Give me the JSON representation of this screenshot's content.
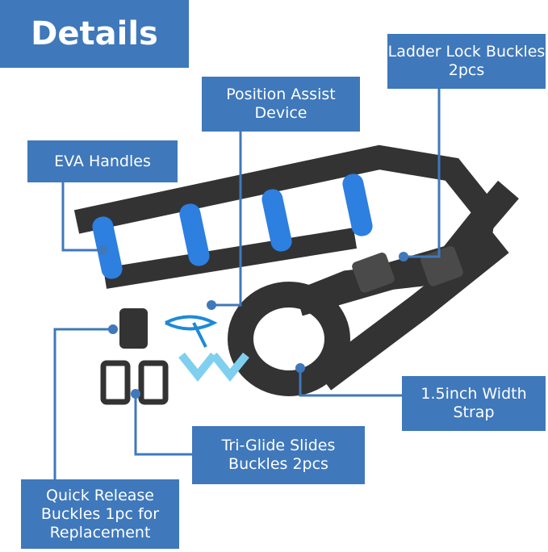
{
  "title": "Details",
  "labels": {
    "ladder_lock": "Ladder Lock Buckles 2pcs",
    "position_assist": "Position Assist Device",
    "eva_handles": "EVA Handles",
    "strap": "1.5inch Width Strap",
    "tri_glide": "Tri-Glide Slides Buckles 2pcs",
    "quick_release": "Quick Release Buckles 1pc for Replacement"
  },
  "colors": {
    "accent": "#3f78bb",
    "strap": "#333333",
    "handle": "#2d7fe0"
  }
}
